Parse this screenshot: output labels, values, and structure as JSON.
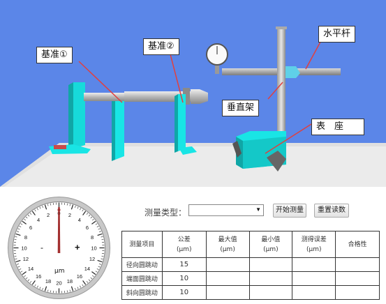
{
  "callouts": {
    "ref1": "基准①",
    "ref2": "基准②",
    "horizontal_rod": "水平杆",
    "vertical_frame": "垂直架",
    "gauge_base": "表　座"
  },
  "dial": {
    "minus": "-",
    "plus": "+",
    "unit": "μm",
    "numbers": [
      "0",
      "2",
      "4",
      "6",
      "8",
      "10",
      "12",
      "14",
      "16",
      "18",
      "20",
      "18",
      "16",
      "14",
      "12",
      "10",
      "8",
      "6",
      "4",
      "2"
    ]
  },
  "controls": {
    "measure_type_label": "测量类型：",
    "measure_type_value": "",
    "start_button": "开始测量",
    "reset_button": "重置读数"
  },
  "table": {
    "headers": [
      {
        "line1": "测量项目",
        "line2": ""
      },
      {
        "line1": "公差",
        "line2": "(μm)"
      },
      {
        "line1": "最大值",
        "line2": "(μm)"
      },
      {
        "line1": "最小值",
        "line2": "(μm)"
      },
      {
        "line1": "测得误差",
        "line2": "(μm)"
      },
      {
        "line1": "合格性",
        "line2": ""
      }
    ],
    "rows": [
      {
        "item": "径向圆跳动",
        "tolerance": "15",
        "max": "",
        "min": "",
        "error": "",
        "pass": ""
      },
      {
        "item": "端面圆跳动",
        "tolerance": "10",
        "max": "",
        "min": "",
        "error": "",
        "pass": ""
      },
      {
        "item": "斜向圆跳动",
        "tolerance": "10",
        "max": "",
        "min": "",
        "error": "",
        "pass": ""
      }
    ]
  },
  "colors": {
    "scene_bg": "#5b86e8",
    "floor": "#ebebeb",
    "cyan": "#19e5e5",
    "metal": "#b9b9b9"
  }
}
